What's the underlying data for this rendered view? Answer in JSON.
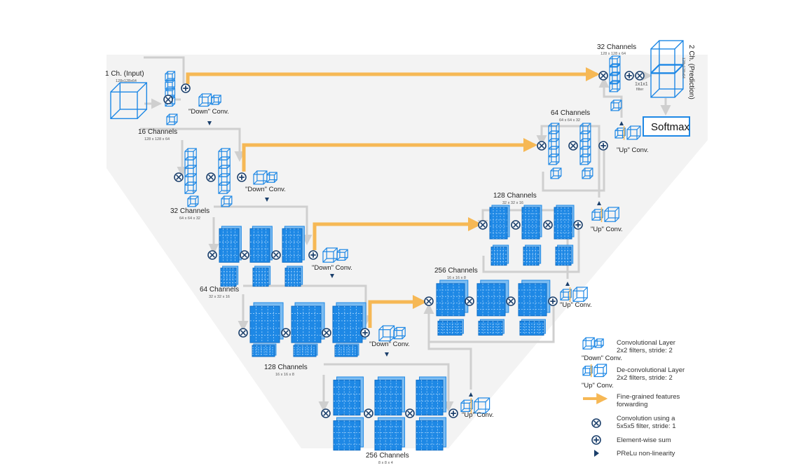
{
  "colors": {
    "accent_blue": "#1e88e5",
    "forward_orange": "#f6b855",
    "connector_gray": "#cfcfcf",
    "background_band": "#f2f2f2",
    "prelu_navy": "#1b3f6b"
  },
  "encoder": {
    "input_label": "1 Ch. (Input)",
    "input_dims": "128x128x64",
    "stage1_channels": "16 Channels",
    "stage1_dims": "128 x 128 x 64",
    "stage2_channels": "32 Channels",
    "stage2_dims": "64 x 64 x 32",
    "stage3_channels": "64 Channels",
    "stage3_dims": "32 x 32 x 16",
    "stage4_channels": "128 Channels",
    "stage4_dims": "16 x 16 x 8",
    "bottom_channels": "256 Channels",
    "bottom_dims": "8 x 8 x 4"
  },
  "decoder": {
    "stage4_channels": "256 Channels",
    "stage4_dims": "16 x 16 x 8",
    "stage3_channels": "128 Channels",
    "stage3_dims": "32 x 32 x 16",
    "stage2_channels": "64 Channels",
    "stage2_dims": "64 x 64 x 32",
    "stage1_channels": "32 Channels",
    "stage1_dims": "128 x 128 x 64",
    "output_label": "2 Ch. (Prediction)",
    "output_dims": "128x128x64",
    "final_filter": "1x1x1",
    "final_filter_sub": "filter",
    "softmax": "Softmax"
  },
  "labels": {
    "down_conv": "\"Down\" Conv.",
    "up_conv": "\"Up\" Conv.",
    "ellipsis": "..."
  },
  "legend": {
    "conv_layer_title": "Convolutional Layer",
    "conv_layer_desc": "2x2 filters, stride: 2",
    "conv_layer_caption": "\"Down\" Conv.",
    "deconv_layer_title": "De-convolutional Layer",
    "deconv_layer_desc": "2x2 filters, stride: 2",
    "deconv_layer_caption": "\"Up\" Conv.",
    "forwarding_line1": "Fine-grained features",
    "forwarding_line2": "forwarding",
    "convolution_line1": "Convolution using a",
    "convolution_line2": "5x5x5 filter, stride: 1",
    "sum": "Element-wise sum",
    "prelu": "PReLu non-linearity"
  }
}
